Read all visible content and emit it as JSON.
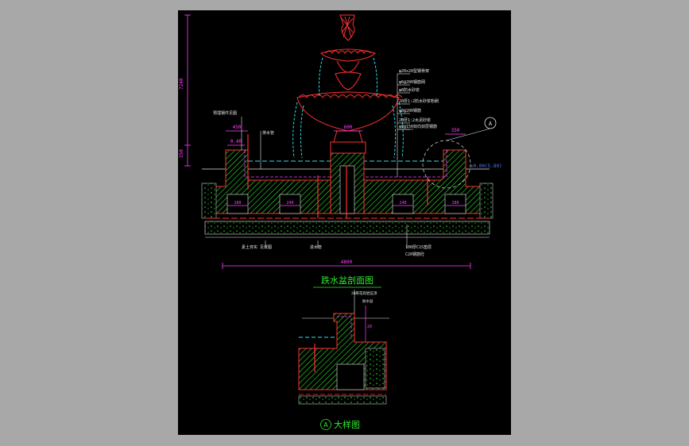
{
  "titles": {
    "section_title": "跌水盆剖面图",
    "detail_marker": "A",
    "detail_title": "大样图",
    "callout_symbol": "A"
  },
  "dimensions": {
    "height_total": "7240",
    "height_base": "350",
    "width_total": "4800",
    "label_450": "450",
    "label_040": "0.40",
    "label_600": "600",
    "label_350": "350",
    "label_280": "280",
    "label_240": "240",
    "elevation": "±0.00(5.80)",
    "detail_label": "20"
  },
  "notes": {
    "left_top": "预埋钢件见图",
    "right_1": "φ20x20型钢骨架",
    "right_2": "φ6@200钢筋网",
    "right_3": "φ8防水砂浆",
    "right_4": "20厚1:2防水砂浆粉刷",
    "right_5": "φ8@200钢筋",
    "right_6": "20厚1:2水泥砂浆",
    "right_7": "φ8@150双向双层钢筋",
    "bottom_1": "素土夯实 见详图",
    "bottom_2": "进水管",
    "bottom_3": "100厚C15垫层",
    "bottom_4": "C20钢筋砼",
    "mid_label": "排水管",
    "detail_note_1": "20厚花岗岩压顶",
    "detail_note_2": "防水层"
  },
  "colors": {
    "sheet": "#000000",
    "background": "#a8a8a8",
    "hatch_green": "#2ee82e",
    "outline_red": "#ff3030",
    "magenta": "#ff40ff",
    "water_cyan": "#30e0f0",
    "text_white": "#e6e6e6"
  }
}
